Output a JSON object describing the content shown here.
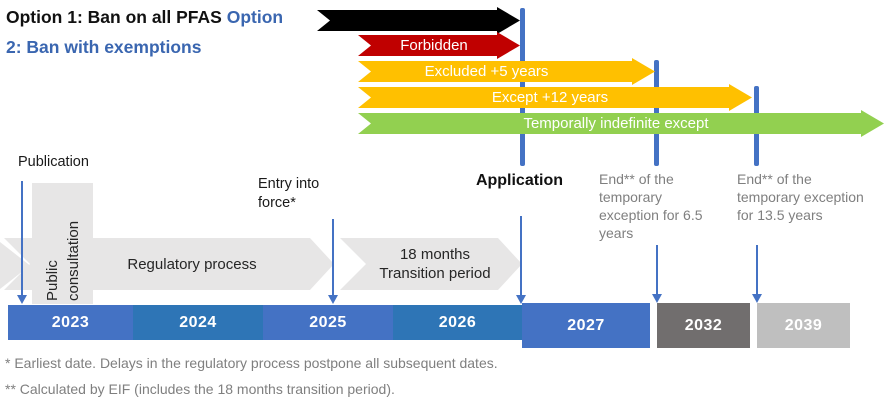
{
  "title": {
    "line1_black": "Option 1: Ban on all PFAS",
    "line1_blue": "Option",
    "line2_blue": "2: Ban with exemptions"
  },
  "gantt": {
    "option1_bar_label": "",
    "forbidden": "Forbidden",
    "excluded": "Excluded +5 years",
    "except12": "Except +12 years",
    "indefinite": "Temporally indefinite except"
  },
  "milestones": {
    "publication": "Publication",
    "entry_line1": "Entry into",
    "entry_line2": "force*",
    "application": "Application",
    "end_65": "End** of the temporary exception for 6.5 years",
    "end_135": "End** of the temporary exception for 13.5 years"
  },
  "process": {
    "consult_line1": "Public",
    "consult_line2": "consultation",
    "regulatory": "Regulatory process",
    "transition_line1": "18 months",
    "transition_line2": "Transition period"
  },
  "timeline": {
    "years": [
      "2023",
      "2024",
      "2025",
      "2026",
      "2027",
      "2032",
      "2039"
    ]
  },
  "footnotes": [
    "* Earliest date. Delays in the regulatory process postpone all subsequent dates.",
    "** Calculated by EIF (includes the 18 months transition period)."
  ],
  "colors": {
    "accent_blue": "#4472C4",
    "alt_blue": "#2E75B6",
    "title_blue": "#3A66B0",
    "ban_black": "#000000",
    "forbidden_red": "#C00000",
    "exemption_yellow": "#FFC000",
    "indefinite_green": "#92D050",
    "process_gray": "#E7E6E6",
    "dark_gray_2032": "#716E6E",
    "light_gray_2039": "#BFBFBF",
    "footnote_gray": "#7F7F7F"
  }
}
